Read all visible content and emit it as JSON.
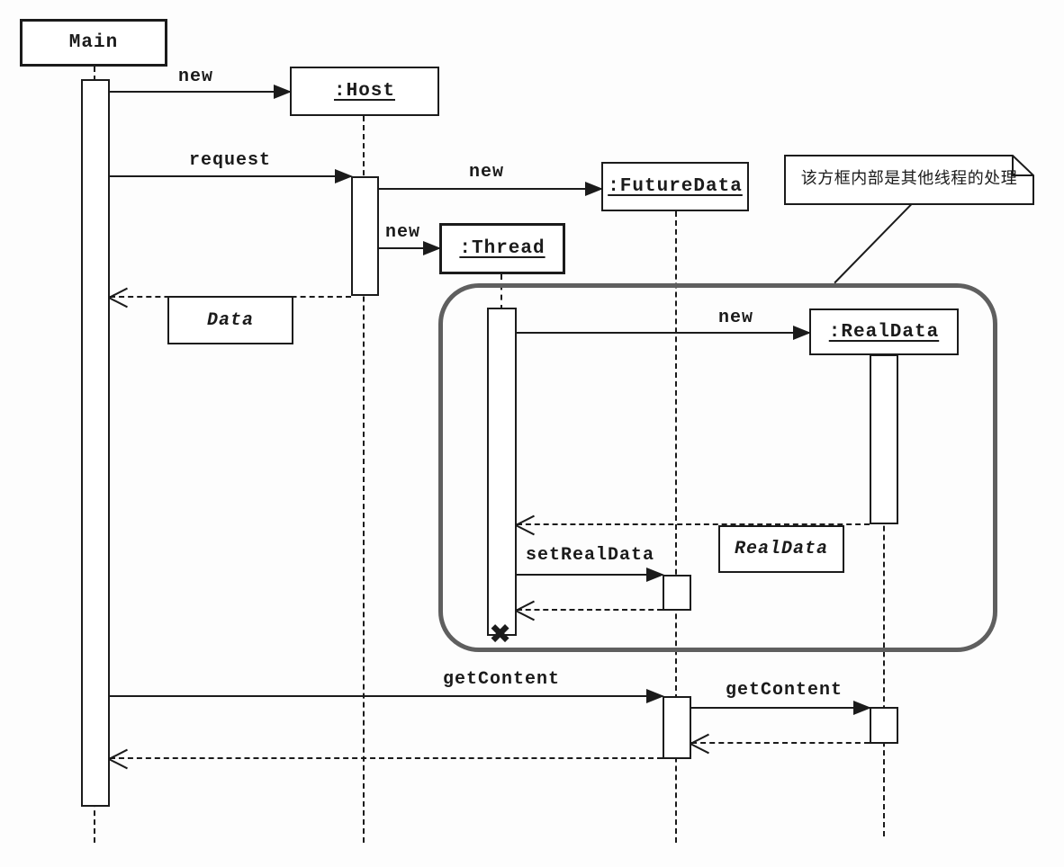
{
  "actors": {
    "main": {
      "label": "Main"
    },
    "host": {
      "label": ":Host"
    },
    "future_data": {
      "label": ":FutureData"
    },
    "thread": {
      "label": ":Thread"
    },
    "real_data": {
      "label": ":RealData"
    }
  },
  "messages": {
    "new_host": "new",
    "request": "request",
    "new_future_data": "new",
    "new_thread": "new",
    "new_real_data": "new",
    "set_real_data": "setRealData",
    "get_content_main": "getContent",
    "get_content_future": "getContent"
  },
  "returns": {
    "data": "Data",
    "real_data": "RealData"
  },
  "note": {
    "text": "该方框内部是其他线程的处理"
  },
  "symbols": {
    "thread_end": "✖"
  },
  "colors": {
    "line": "#1b1b1b",
    "frame_border": "#5f5f5f",
    "background": "#fdfdfd",
    "box_fill": "#ffffff"
  }
}
